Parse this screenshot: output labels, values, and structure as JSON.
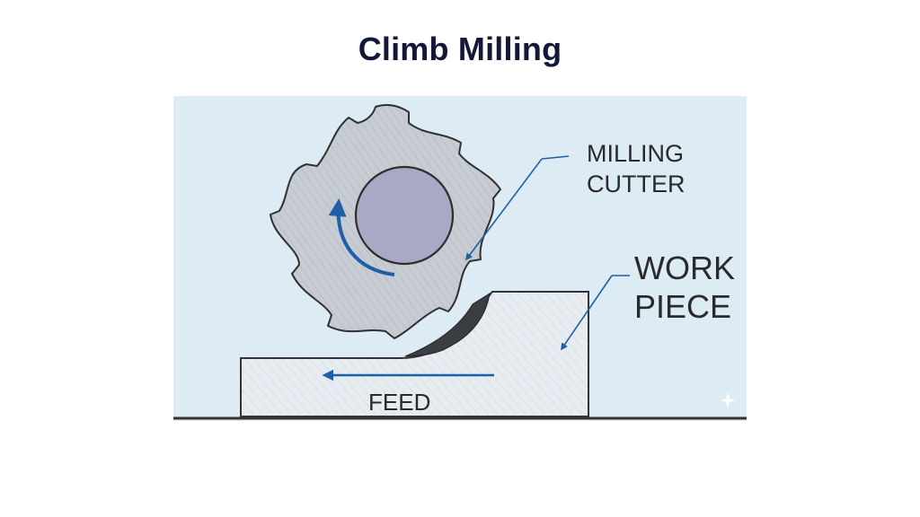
{
  "title": "Climb Milling",
  "labels": {
    "cutter_line1": "MILLING",
    "cutter_line2": "CUTTER",
    "work_line1": "WORK",
    "work_line2": "PIECE",
    "feed": "FEED"
  },
  "colors": {
    "title": "#131839",
    "background_panel": "#dcebf4",
    "cutter": "#c6ccd1",
    "hub": "#a8a9c4",
    "workpiece": "#e6ecf0",
    "arrows": "#1f5ea8",
    "chip": "#3a3d42"
  }
}
